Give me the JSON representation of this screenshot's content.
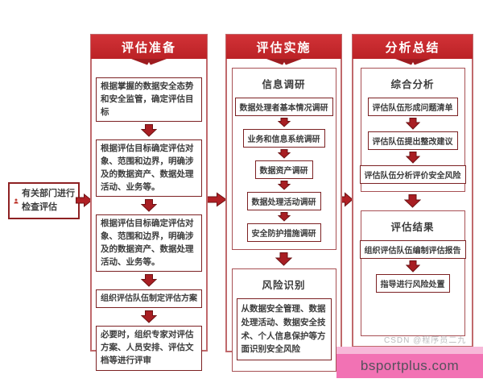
{
  "page": {
    "watermark": "CSDN @程序员二九",
    "footer": "bsportplus.com"
  },
  "start": {
    "line1": "有关部门进行",
    "line2": "检查评估"
  },
  "columns": [
    {
      "title": "评估准备",
      "boxes": [
        "根据掌握的数据安全态势和安全监管，确定评估目标",
        "根据评估目标确定评估对象、范围和边界，明确涉及的数据资产、数据处理活动、业务等。",
        "根据评估目标确定评估对象、范围和边界，明确涉及的数据资产、数据处理活动、业务等。",
        "组织评估队伍制定评估方案",
        "必要时，组织专家对评估方案、人员安排、评估文档等进行评审"
      ]
    },
    {
      "title": "评估实施",
      "groups": [
        {
          "title": "信息调研",
          "items": [
            "数据处理者基本情况调研",
            "业务和信息系统调研",
            "数据资产调研",
            "数据处理活动调研",
            "安全防护措施调研"
          ]
        },
        {
          "title": "风险识别",
          "items": [
            "从数据安全管理、数据处理活动、数据安全技术、个人信息保护等方面识别安全风险"
          ]
        }
      ]
    },
    {
      "title": "分析总结",
      "groups": [
        {
          "title": "综合分析",
          "items": [
            "评估队伍形成问题清单",
            "评估队伍提出整改建议",
            "评估队伍分析评价安全风险"
          ]
        },
        {
          "title": "评估结果",
          "items": [
            "组织评估队伍编制评估报告",
            "指导进行风险处置"
          ]
        }
      ]
    }
  ],
  "colors": {
    "banner_red": "#c5272c",
    "arrow_red": "#a81e23",
    "arrow_outline": "#6e1315",
    "item_border": "#7c2123",
    "frame_border": "#c0696c",
    "footer_pink": "#f272b4"
  }
}
